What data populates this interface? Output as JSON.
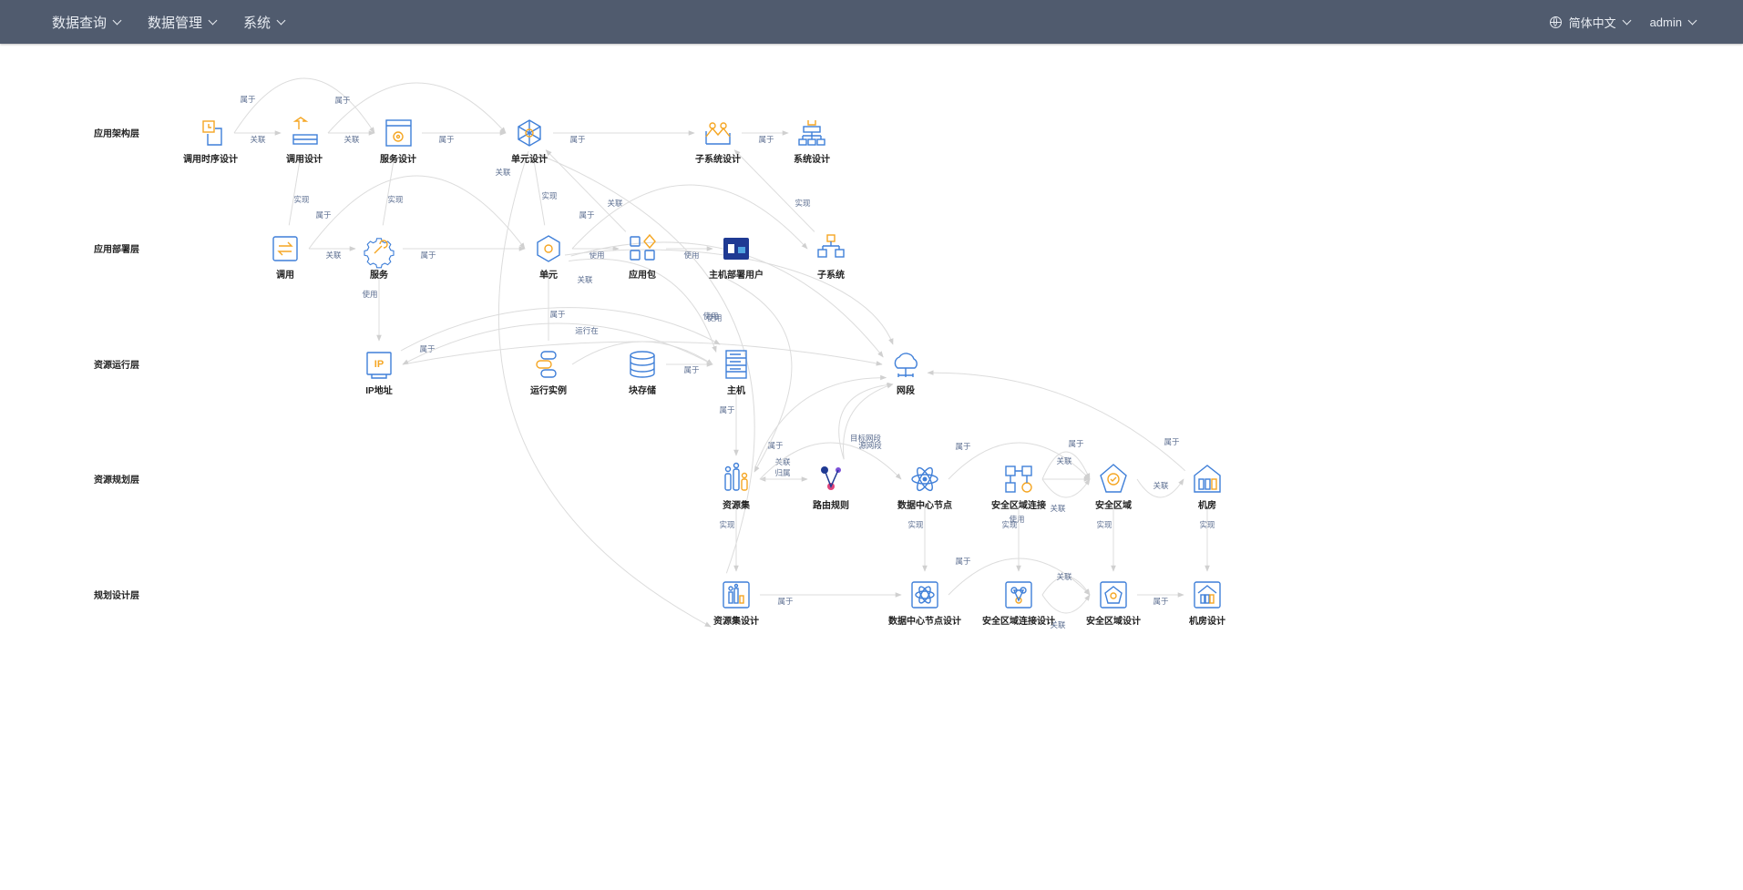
{
  "header": {
    "menus": [
      {
        "label": "数据查询"
      },
      {
        "label": "数据管理"
      },
      {
        "label": "系统"
      }
    ],
    "language": "简体中文",
    "user": "admin"
  },
  "colors": {
    "header_bg": "#505b6e",
    "icon_blue": "#3f7fd8",
    "icon_orange": "#f5a623",
    "edge": "#dcdcdc",
    "edge_label": "#5a6c8f"
  },
  "diagram": {
    "layers": [
      {
        "id": "L1",
        "label": "应用架构层"
      },
      {
        "id": "L2",
        "label": "应用部署层"
      },
      {
        "id": "L3",
        "label": "资源运行层"
      },
      {
        "id": "L4",
        "label": "资源规划层"
      },
      {
        "id": "L5",
        "label": "规划设计层"
      }
    ],
    "nodes": [
      {
        "id": "call_seq",
        "label": "调用时序设计",
        "icon": "sequence-design-icon"
      },
      {
        "id": "call_design",
        "label": "调用设计",
        "icon": "call-design-icon"
      },
      {
        "id": "svc_design",
        "label": "服务设计",
        "icon": "service-design-icon"
      },
      {
        "id": "unit_design",
        "label": "单元设计",
        "icon": "unit-design-icon"
      },
      {
        "id": "subsys_design",
        "label": "子系统设计",
        "icon": "subsystem-design-icon"
      },
      {
        "id": "sys_design",
        "label": "系统设计",
        "icon": "system-design-icon"
      },
      {
        "id": "call",
        "label": "调用",
        "icon": "call-icon"
      },
      {
        "id": "svc",
        "label": "服务",
        "icon": "service-gear-icon"
      },
      {
        "id": "unit",
        "label": "单元",
        "icon": "unit-hexagon-icon"
      },
      {
        "id": "app_pkg",
        "label": "应用包",
        "icon": "app-package-icon"
      },
      {
        "id": "host_user",
        "label": "主机部署用户",
        "icon": "host-user-icon"
      },
      {
        "id": "subsys",
        "label": "子系统",
        "icon": "subsystem-icon"
      },
      {
        "id": "ip",
        "label": "IP地址",
        "icon": "ip-address-icon"
      },
      {
        "id": "instance",
        "label": "运行实例",
        "icon": "run-instance-icon"
      },
      {
        "id": "block",
        "label": "块存储",
        "icon": "block-storage-icon"
      },
      {
        "id": "host",
        "label": "主机",
        "icon": "host-server-icon"
      },
      {
        "id": "netseg",
        "label": "网段",
        "icon": "network-segment-icon"
      },
      {
        "id": "resset",
        "label": "资源集",
        "icon": "resource-set-icon"
      },
      {
        "id": "route",
        "label": "路由规则",
        "icon": "routing-rule-icon"
      },
      {
        "id": "dc",
        "label": "数据中心节点",
        "icon": "datacenter-node-icon"
      },
      {
        "id": "zone_link",
        "label": "安全区域连接",
        "icon": "security-zone-link-icon"
      },
      {
        "id": "zone",
        "label": "安全区域",
        "icon": "security-zone-icon"
      },
      {
        "id": "room",
        "label": "机房",
        "icon": "machine-room-icon"
      },
      {
        "id": "resset_design",
        "label": "资源集设计",
        "icon": "resource-set-design-icon"
      },
      {
        "id": "dc_design",
        "label": "数据中心节点设计",
        "icon": "datacenter-node-design-icon"
      },
      {
        "id": "zone_link_design",
        "label": "安全区域连接设计",
        "icon": "security-zone-link-design-icon"
      },
      {
        "id": "zone_design",
        "label": "安全区域设计",
        "icon": "security-zone-design-icon"
      },
      {
        "id": "room_design",
        "label": "机房设计",
        "icon": "machine-room-design-icon"
      }
    ],
    "edges": [
      {
        "from": "call_seq",
        "to": "call_design",
        "label": "关联"
      },
      {
        "from": "call_design",
        "to": "svc_design",
        "label": "关联"
      },
      {
        "from": "svc_design",
        "to": "unit_design",
        "label": "属于"
      },
      {
        "from": "unit_design",
        "to": "subsys_design",
        "label": "属于"
      },
      {
        "from": "subsys_design",
        "to": "sys_design",
        "label": "属于"
      },
      {
        "from": "call_seq",
        "to": "svc_design",
        "label": "属于"
      },
      {
        "from": "call_design",
        "to": "unit_design",
        "label": "属于"
      },
      {
        "from": "call",
        "to": "call_design",
        "label": "实现"
      },
      {
        "from": "svc",
        "to": "svc_design",
        "label": "实现"
      },
      {
        "from": "unit",
        "to": "unit_design",
        "label": "实现"
      },
      {
        "from": "subsys",
        "to": "subsys_design",
        "label": "实现"
      },
      {
        "from": "app_pkg",
        "to": "unit_design",
        "label": "关联"
      },
      {
        "from": "resset_design",
        "to": "unit_design",
        "label": "关联"
      },
      {
        "from": "call",
        "to": "svc",
        "label": "关联"
      },
      {
        "from": "call",
        "to": "unit",
        "label": "属于"
      },
      {
        "from": "svc",
        "to": "unit",
        "label": "属于"
      },
      {
        "from": "unit",
        "to": "subsys",
        "label": "属于"
      },
      {
        "from": "unit",
        "to": "app_pkg",
        "label": "使用"
      },
      {
        "from": "app_pkg",
        "to": "host_user",
        "label": "使用"
      },
      {
        "from": "svc",
        "to": "ip",
        "label": "使用"
      },
      {
        "from": "instance",
        "to": "unit",
        "label": "属于"
      },
      {
        "from": "instance",
        "to": "host",
        "label": "运行在"
      },
      {
        "from": "ip",
        "to": "netseg",
        "label": "属于"
      },
      {
        "from": "host",
        "to": "ip",
        "label": "使用"
      },
      {
        "from": "unit",
        "to": "host",
        "label": "使用"
      },
      {
        "from": "unit",
        "to": "netseg",
        "label": "关联"
      },
      {
        "from": "block",
        "to": "host",
        "label": "属于"
      },
      {
        "from": "host",
        "to": "resset",
        "label": "属于"
      },
      {
        "from": "netseg",
        "to": "netseg",
        "label": "属于"
      },
      {
        "from": "route",
        "to": "resset",
        "label": "关联"
      },
      {
        "from": "resset",
        "to": "route",
        "label": "归属"
      },
      {
        "from": "route",
        "to": "netseg",
        "label": "目标网段"
      },
      {
        "from": "route",
        "to": "netseg",
        "label": "源网段"
      },
      {
        "from": "resset",
        "to": "netseg",
        "label": "属于"
      },
      {
        "from": "resset",
        "to": "dc",
        "label": "属于"
      },
      {
        "from": "dc",
        "to": "zone",
        "label": "属于"
      },
      {
        "from": "zone_link",
        "to": "zone",
        "label": "关联"
      },
      {
        "from": "zone_link",
        "to": "zone",
        "label": "关联"
      },
      {
        "from": "zone_link",
        "to": "zone",
        "label": "关联"
      },
      {
        "from": "zone",
        "to": "room",
        "label": "属于"
      },
      {
        "from": "room",
        "to": "netseg",
        "label": "使用"
      },
      {
        "from": "resset",
        "to": "resset_design",
        "label": "实现"
      },
      {
        "from": "dc",
        "to": "dc_design",
        "label": "实现"
      },
      {
        "from": "zone_link",
        "to": "zone_link_design",
        "label": "实现"
      },
      {
        "from": "zone",
        "to": "zone_design",
        "label": "实现"
      },
      {
        "from": "room",
        "to": "room_design",
        "label": "实现"
      },
      {
        "from": "resset_design",
        "to": "dc_design",
        "label": "属于"
      },
      {
        "from": "dc_design",
        "to": "zone_design",
        "label": "属于"
      },
      {
        "from": "zone_link_design",
        "to": "zone_design",
        "label": "关联"
      },
      {
        "from": "zone_link_design",
        "to": "zone_design",
        "label": "关联"
      },
      {
        "from": "zone_design",
        "to": "room_design",
        "label": "属于"
      }
    ]
  }
}
